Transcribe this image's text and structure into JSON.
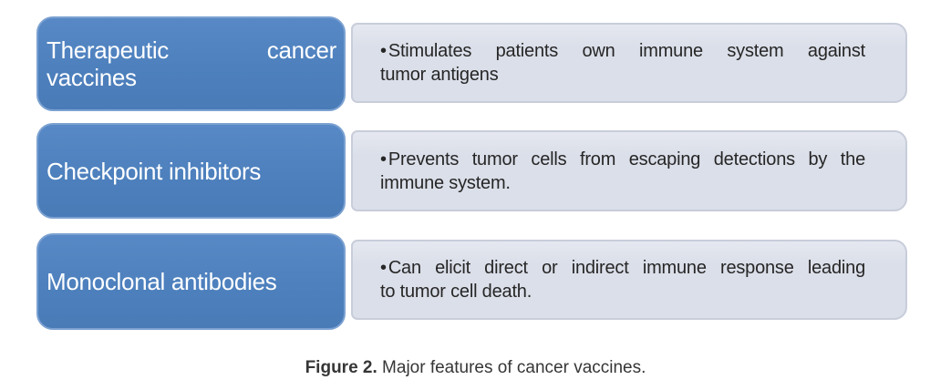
{
  "figure": {
    "bullet": "•",
    "rows": [
      {
        "label_line1": "Therapeutic cancer",
        "label_line2": "vaccines",
        "desc_line1": "Stimulates patients own immune system against",
        "desc_line2": "tumor antigens"
      },
      {
        "label": "Checkpoint inhibitors",
        "desc_line1": "Prevents tumor cells from escaping detections by the",
        "desc_line2": "immune system."
      },
      {
        "label": "Monoclonal antibodies",
        "desc_line1": "Can elicit direct or indirect immune response leading",
        "desc_line2": "to tumor cell death."
      }
    ],
    "caption": {
      "prefix": "Figure 2.",
      "rest": " Major features of cancer vaccines."
    },
    "colors": {
      "blue": "#4d80bd",
      "blue_hi": "#5889c6",
      "blue_lo": "#497bb7",
      "blue_border": "#7ba1d1",
      "gray": "#dbdfe9",
      "gray_hi": "#e5e8f0",
      "gray_border": "#c8cdda",
      "label_text": "#ffffff",
      "desc_text": "#262626",
      "caption_text": "#363636"
    }
  }
}
